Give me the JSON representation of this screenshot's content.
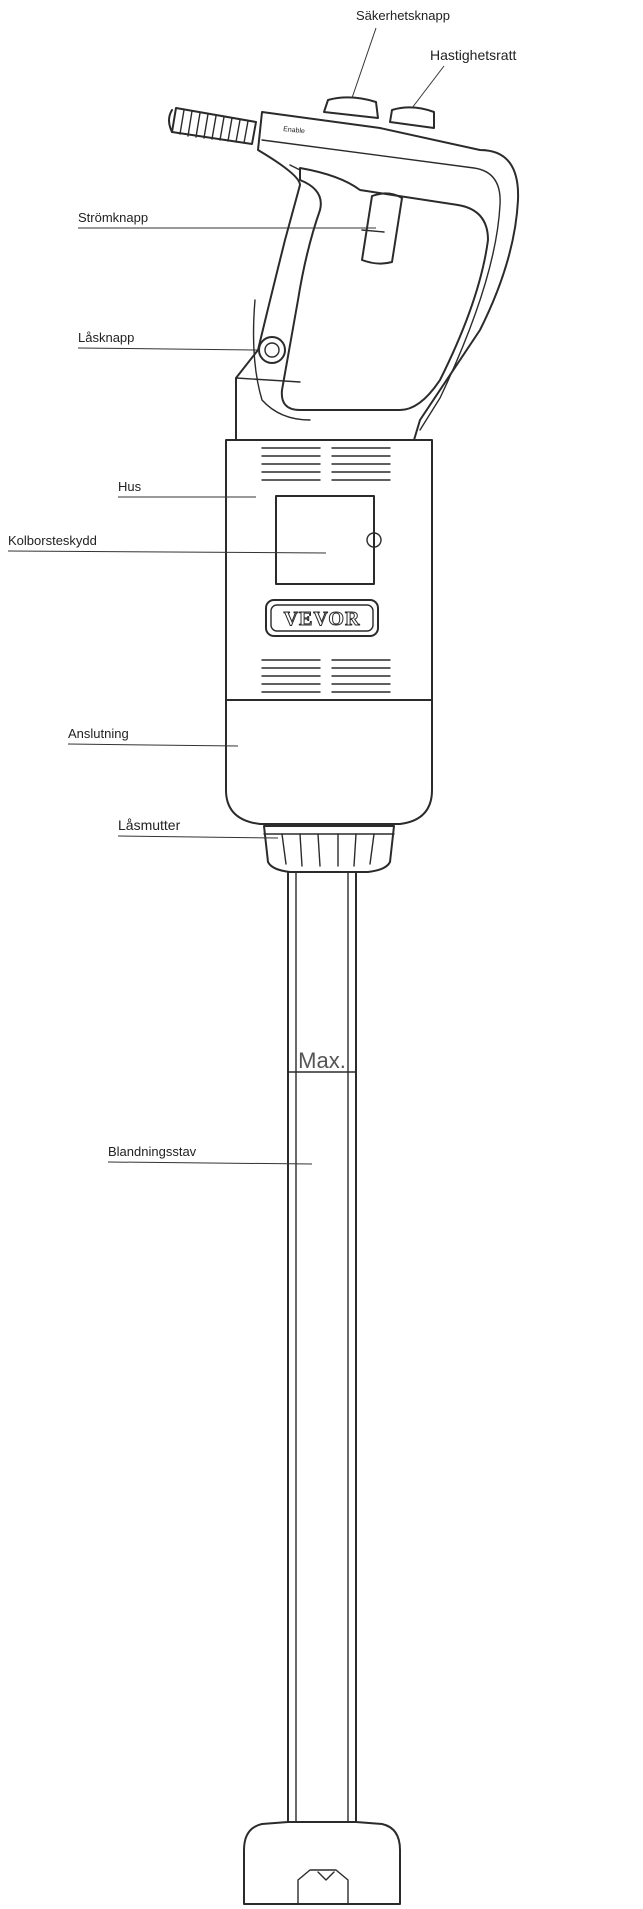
{
  "labels": {
    "safety_button": "Säkerhetsknapp",
    "speed_knob": "Hastighetsratt",
    "power_button": "Strömknapp",
    "lock_button": "Låsknapp",
    "housing": "Hus",
    "brush_cover": "Kolborsteskydd",
    "connection": "Anslutning",
    "lock_nut": "Låsmutter",
    "blending_shaft": "Blandningsstav"
  },
  "device_markings": {
    "enable_text": "Enable",
    "brand_logo": "VEVOR",
    "max_mark": "Max."
  }
}
